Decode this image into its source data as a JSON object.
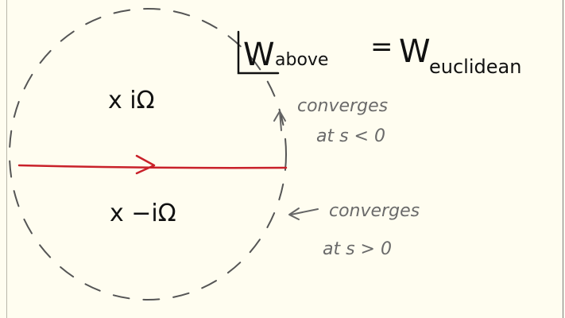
{
  "equation": {
    "lhs": "W",
    "lhs_sub": "above",
    "eq": "=",
    "rhs": "W",
    "rhs_sub": "euclidean"
  },
  "poles": {
    "upper": "x iΩ",
    "lower": "x −iΩ"
  },
  "annotations": {
    "upper_line1": "converges",
    "upper_line2": "at s < 0",
    "lower_line1": "converges",
    "lower_line2": "at s > 0"
  },
  "colors": {
    "background": "#fffdf0",
    "contour": "#c9212a",
    "dashed_circle": "#555555",
    "annotation": "#6a6a6a",
    "ink": "#111111"
  }
}
